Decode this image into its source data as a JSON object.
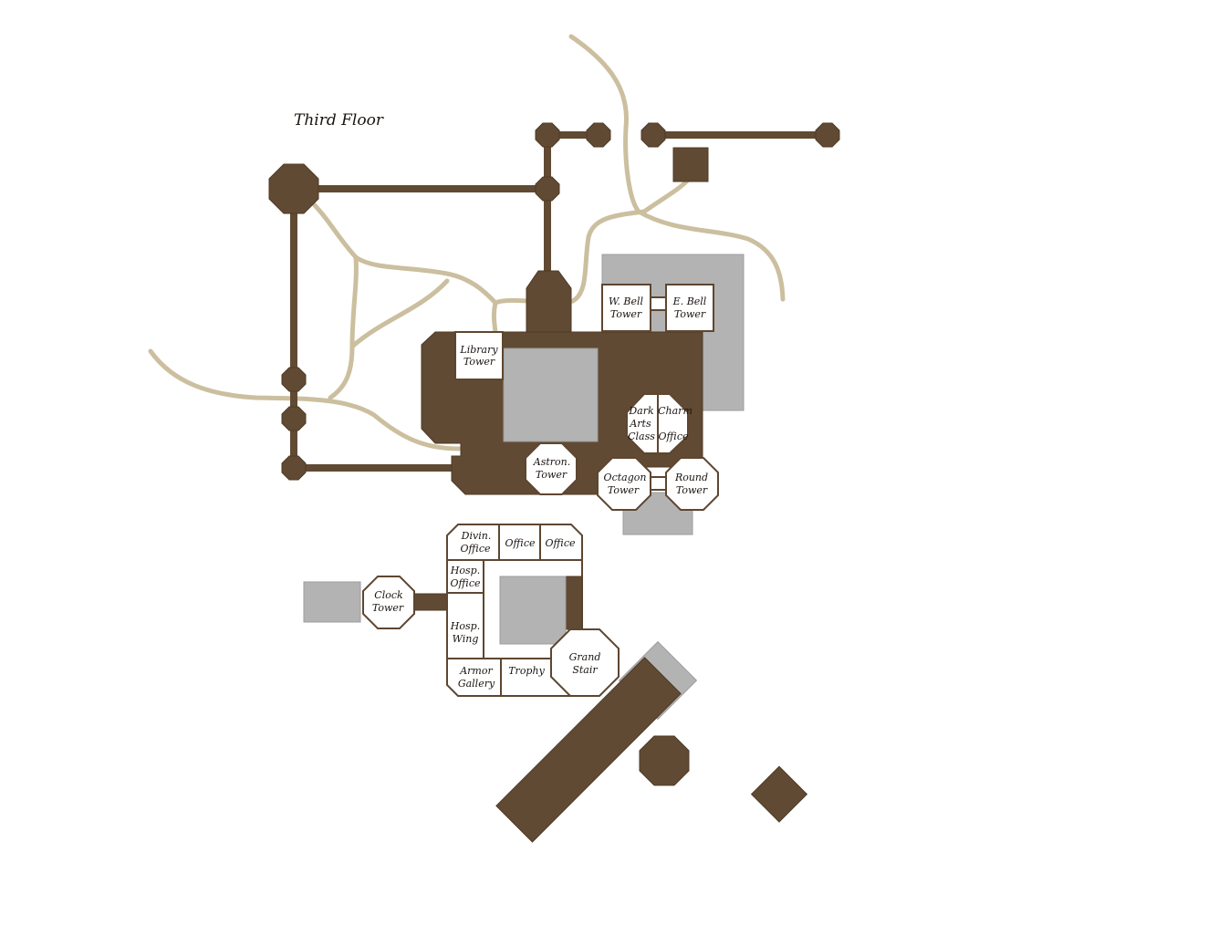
{
  "title": "Third Floor",
  "rooms": {
    "library_tower": [
      "Library",
      "Tower"
    ],
    "w_bell_tower": [
      "W. Bell",
      "Tower"
    ],
    "e_bell_tower": [
      "E. Bell",
      "Tower"
    ],
    "dark_arts": [
      "Dark",
      "Arts",
      "Class"
    ],
    "charm_office": [
      "Charm",
      "Office"
    ],
    "astron_tower": [
      "Astron.",
      "Tower"
    ],
    "octagon_tower": [
      "Octagon",
      "Tower"
    ],
    "round_tower": [
      "Round",
      "Tower"
    ],
    "divin_office": [
      "Divin.",
      "Office"
    ],
    "office_1": "Office",
    "office_2": "Office",
    "hosp_office": [
      "Hosp.",
      "Office"
    ],
    "hosp_wing": [
      "Hosp.",
      "Wing"
    ],
    "clock_tower": [
      "Clock",
      "Tower"
    ],
    "armor_gallery": [
      "Armor",
      "Gallery"
    ],
    "trophy": "Trophy",
    "grand_stair": [
      "Grand",
      "Stair"
    ]
  },
  "colors": {
    "wall": "#614a33",
    "courtyard": "#b3b3b3",
    "path": "#cbbf9f"
  }
}
